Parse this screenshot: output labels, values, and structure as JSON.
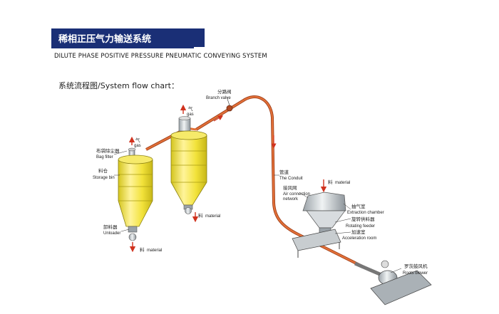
{
  "header": {
    "title_cn": "稀相正压气力输送系统",
    "title_en": "DILUTE PHASE POSITIVE PRESSURE PNEUMATIC CONVEYING SYSTEM"
  },
  "section": {
    "flow_title": "系统流程图/System flow chart："
  },
  "labels": {
    "branch_valve_cn": "分路阀",
    "branch_valve_en": "Branch valve",
    "gas1_cn": "气",
    "gas1_en": "gas",
    "gas2_cn": "气",
    "gas2_en": "gas",
    "bag_filter_cn": "布袋除尘器",
    "bag_filter_en": "Bag filter",
    "storage_bin_cn": "料仓",
    "storage_bin_en": "Storage bin",
    "unloader_cn": "卸料器",
    "unloader_en": "Unloader",
    "material1_cn": "料",
    "material1_en": "material",
    "material2_cn": "料",
    "material2_en": "material",
    "conduit_cn": "管道",
    "conduit_en": "The Conduit",
    "material3_cn": "料",
    "material3_en": "material",
    "air_net_cn": "接风网",
    "air_net_en1": "Air connection",
    "air_net_en2": "network",
    "extraction_cn": "抽气室",
    "extraction_en": "Extraction chamber",
    "rotating_cn": "旋转供料器",
    "rotating_en": "Rotating feeder",
    "accel_cn": "加速室",
    "accel_en": "Acceleration room",
    "roots_cn": "罗茨鼓风机",
    "roots_en": "Roots blower"
  },
  "colors": {
    "brand": "#1a2f76",
    "silo": "#f2e23a",
    "pipe": "#d8602a",
    "arrow": "#d0321e"
  }
}
